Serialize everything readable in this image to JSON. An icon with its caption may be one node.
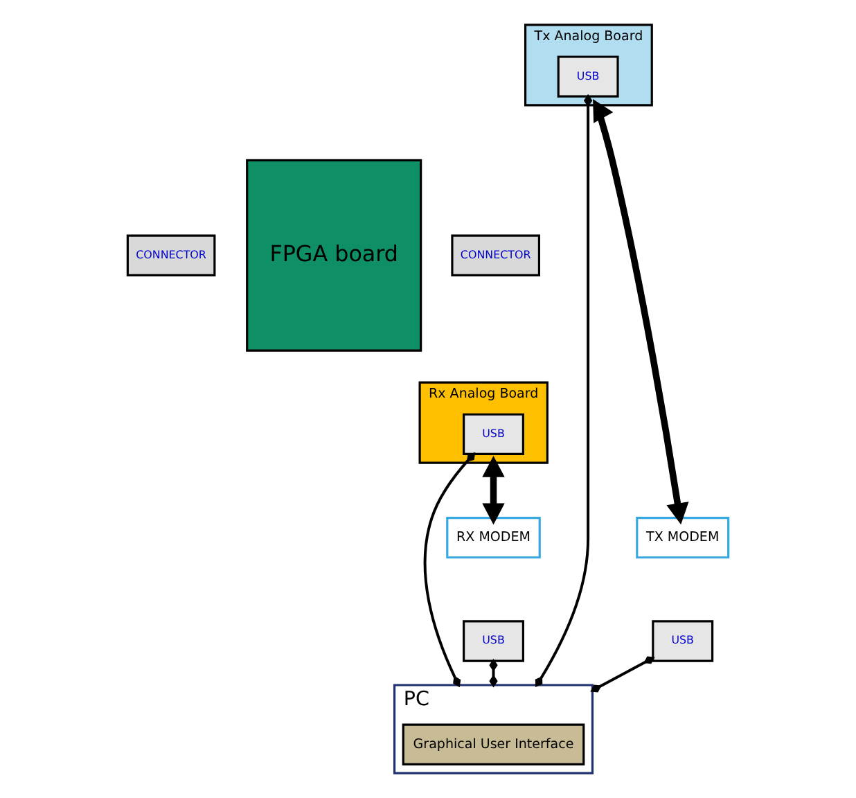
{
  "diagram": {
    "nodes": [
      {
        "text": [
          "FPGA board"
        ]
      },
      {
        "text": [
          "Tx Analog Board"
        ]
      },
      {
        "text": [
          "CONNECTOR"
        ]
      },
      {
        "text": [
          "USB"
        ],
        "in": 1
      },
      {
        "text": [
          "Rx Analog Board"
        ]
      },
      {
        "text": [
          "CONNECTOR"
        ]
      },
      {
        "text": [
          "USB"
        ],
        "in": 4
      },
      {
        "text": [
          "TX MODEM"
        ]
      },
      {
        "text": [
          "USB"
        ]
      },
      {
        "text": [
          "RX MODEM"
        ]
      },
      {
        "text": [
          "USB"
        ]
      },
      {
        "text": [
          "PC"
        ]
      },
      {
        "text": [
          "Graphical User Interface"
        ],
        "in": 11
      }
    ],
    "edges": [
      {
        "from": 1,
        "to": 7,
        "arrow": "both",
        "style": "thick"
      },
      {
        "from": 4,
        "to": 9,
        "arrow": "both",
        "style": "thick"
      },
      {
        "from": 3,
        "to": 11,
        "arrow": "other"
      },
      {
        "from": 8,
        "to": 11,
        "arrow": "other"
      },
      {
        "from": 10,
        "to": 11,
        "arrow": "other"
      },
      {
        "from": 6,
        "to": 11,
        "arrow": "other"
      }
    ]
  }
}
